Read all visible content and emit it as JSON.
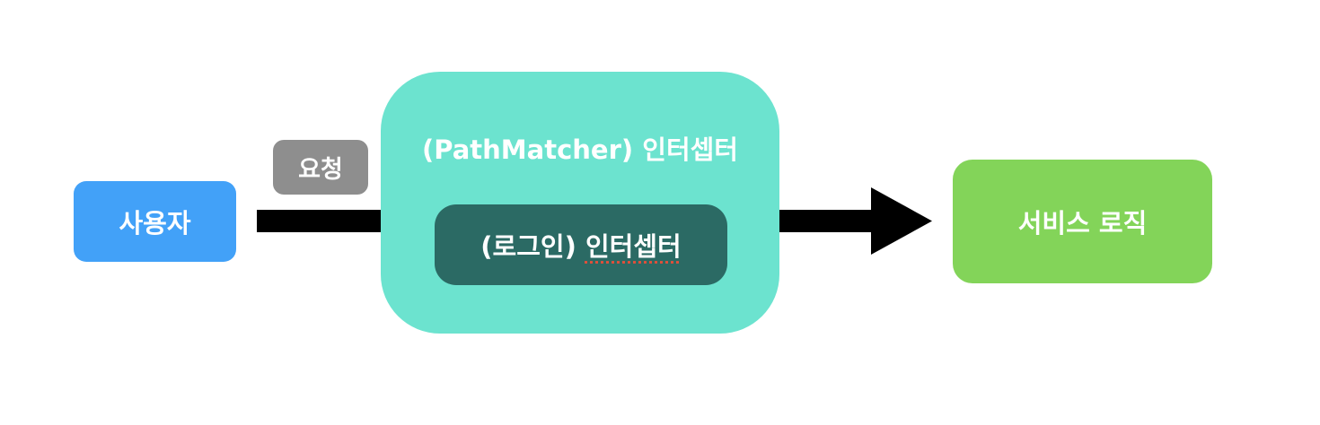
{
  "nodes": {
    "user": {
      "label": "사용자",
      "color": "#42a1f8"
    },
    "request": {
      "label": "요청",
      "color": "#8e8e8e"
    },
    "outer_interceptor": {
      "label_prefix": "(PathMatcher) ",
      "label_suffix": "인터셉터",
      "color": "#6ce3cf"
    },
    "inner_interceptor": {
      "label_prefix": "(로그인) ",
      "label_suffix": "인터셉터",
      "color": "#2b6a64"
    },
    "service": {
      "label": "서비스 로직",
      "color": "#83d459"
    }
  },
  "connector_color": "#000000"
}
